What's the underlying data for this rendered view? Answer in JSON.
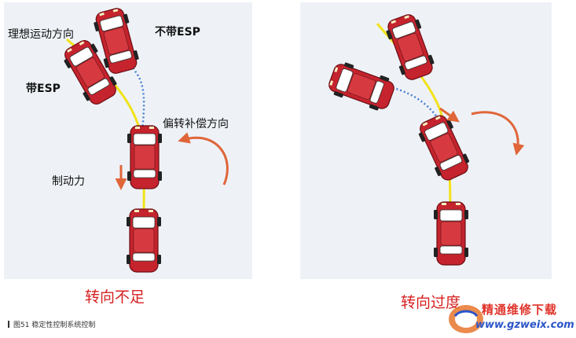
{
  "left_panel": {
    "labels": {
      "ideal_direction": "理想运动方向",
      "without_esp": "不带ESP",
      "with_esp": "带ESP",
      "yaw_compensation": "偏转补偿方向",
      "braking_force": "制动力"
    },
    "caption": "转向不足"
  },
  "right_panel": {
    "caption": "转向过度"
  },
  "figure_caption": "图51  稳定性控制系统控制",
  "watermark": {
    "title": "精通维修下载",
    "url": "www.gzweix.com"
  },
  "colors": {
    "car_body": "#c5232d",
    "trajectory_ideal": "#f2e21a",
    "trajectory_esp_off": "#4a7fd0",
    "arrow": "#e0663a",
    "caption_red": "#d62020"
  },
  "icons": [
    "car-icon",
    "curved-arrow-icon",
    "braking-arrow-icon",
    "logo-icon"
  ]
}
